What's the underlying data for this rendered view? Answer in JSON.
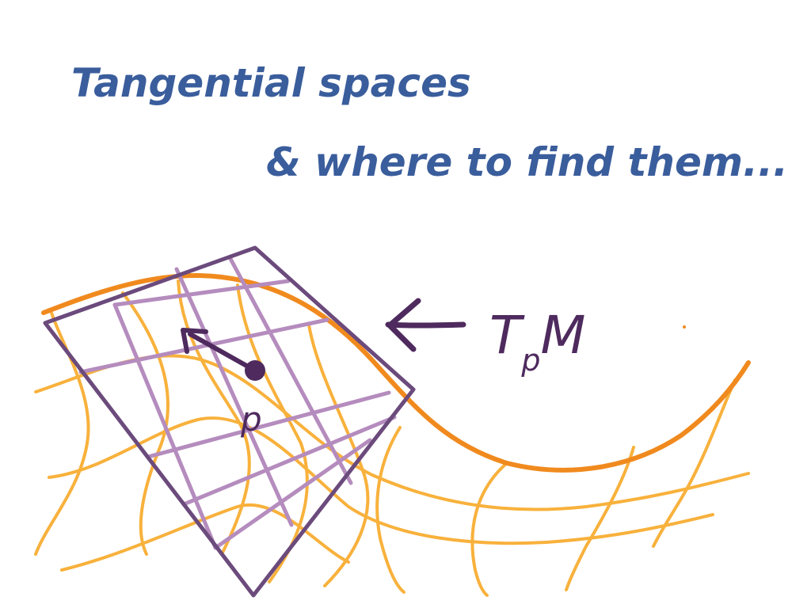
{
  "title": {
    "line1": "Tangential spaces",
    "line2": "& where to find them..."
  },
  "labels": {
    "point": "p",
    "tangent_space": "T",
    "tangent_space_subscript": "p",
    "manifold_symbol": "M"
  },
  "colors": {
    "title": "#3a5d9c",
    "manifold_edge": "#f08a1e",
    "manifold_grid": "#f8b13c",
    "plane_border": "#6b4a7c",
    "plane_grid": "#b58cbe",
    "point": "#4e2a5e"
  }
}
